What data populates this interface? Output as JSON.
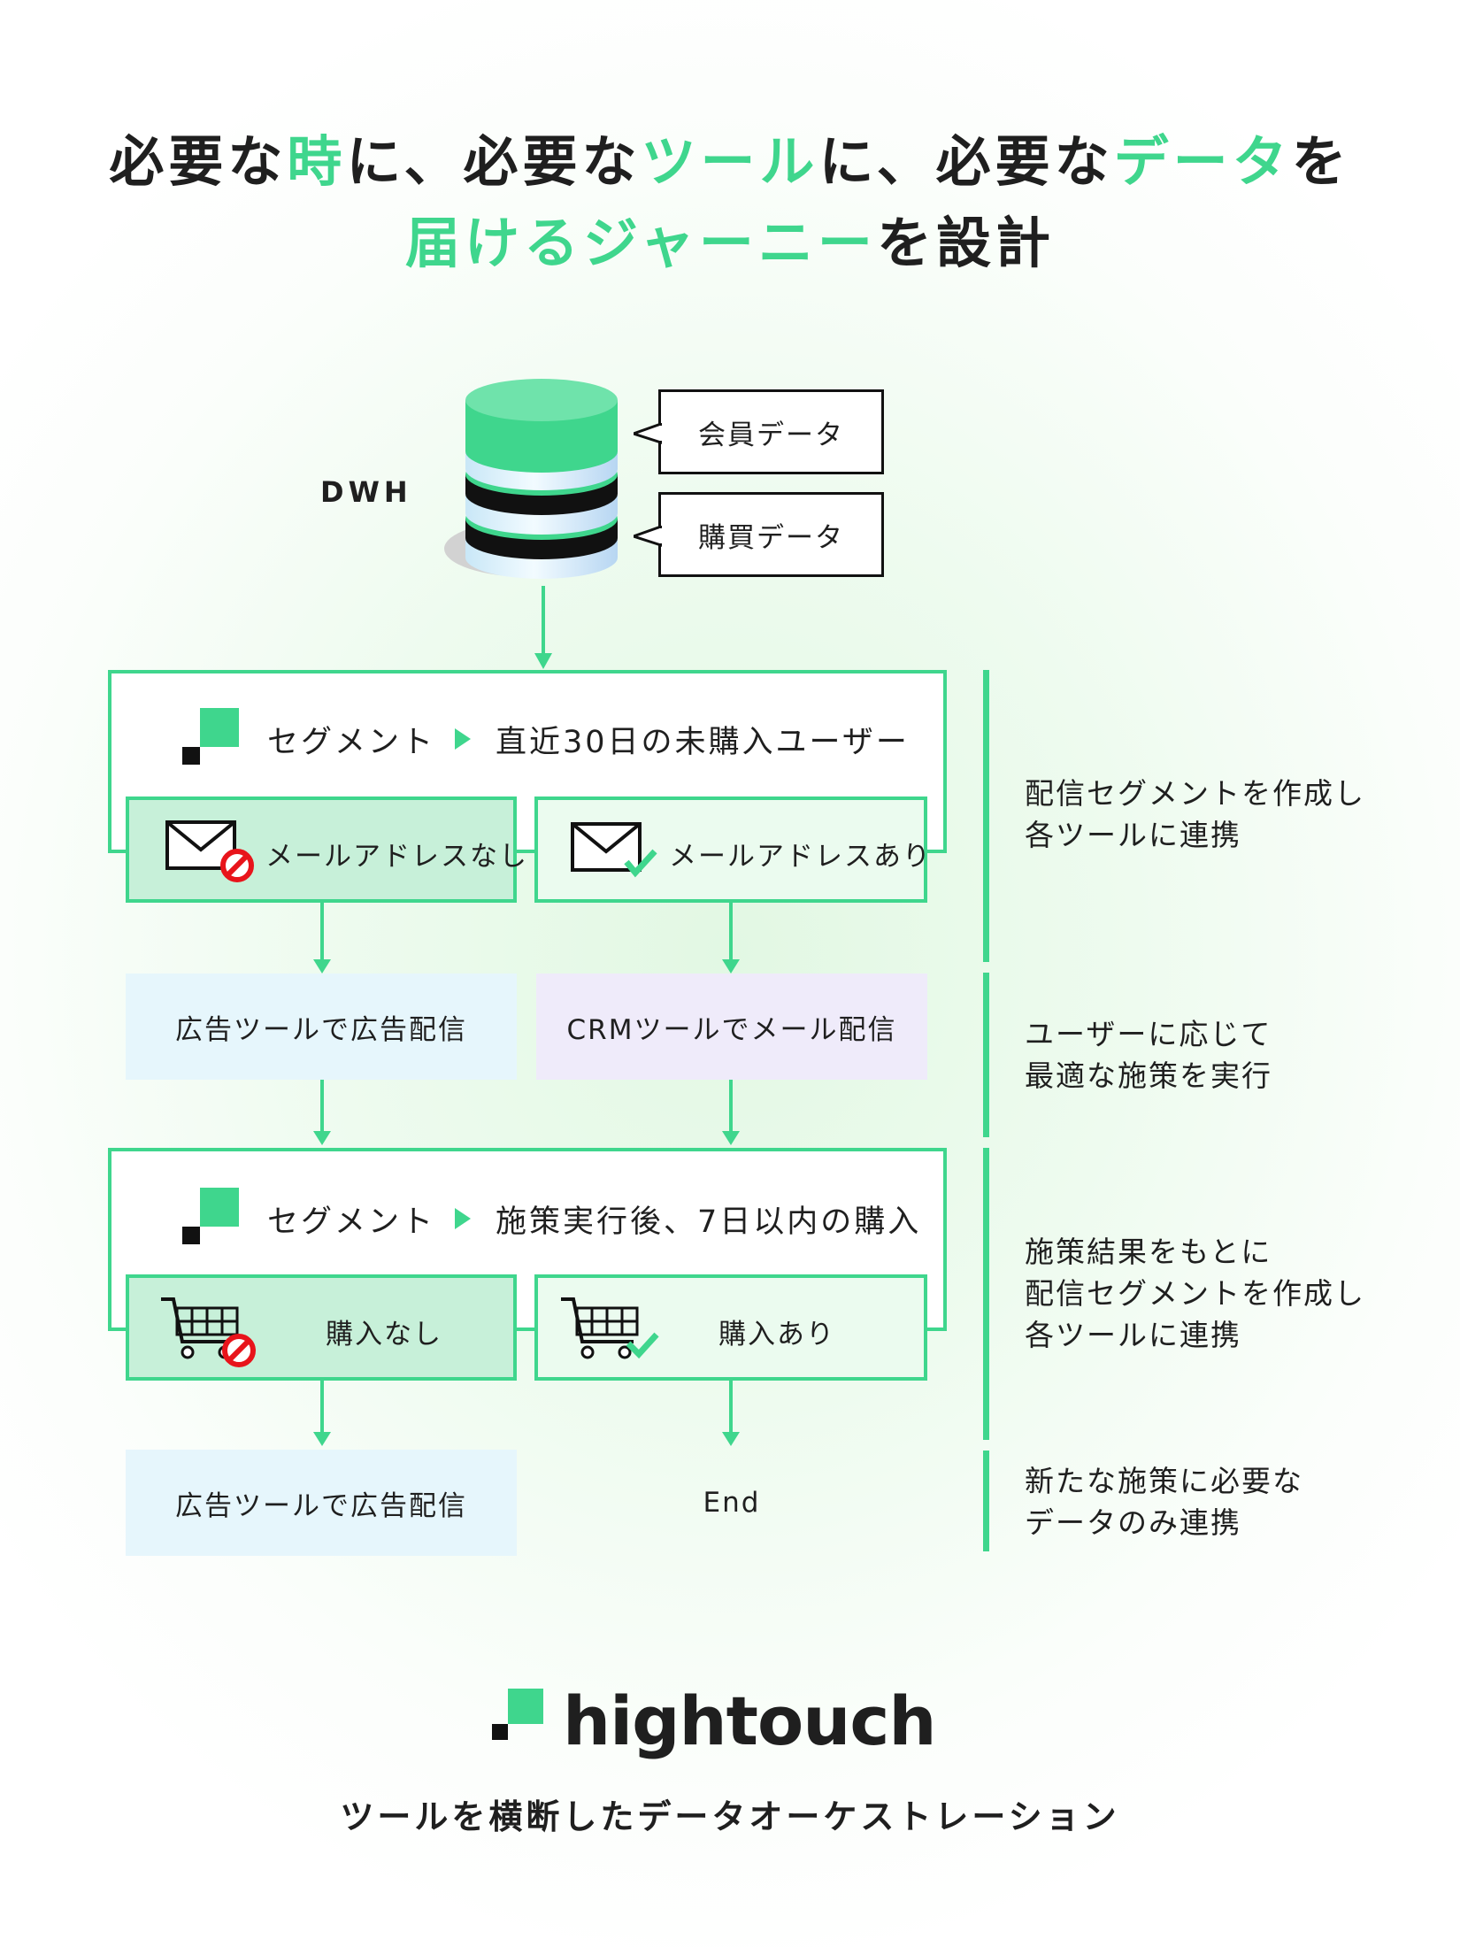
{
  "title": {
    "line1": [
      {
        "text": "必要な",
        "accent": false
      },
      {
        "text": "時",
        "accent": true
      },
      {
        "text": "に、必要な",
        "accent": false
      },
      {
        "text": "ツール",
        "accent": true
      },
      {
        "text": "に、必要な",
        "accent": false
      },
      {
        "text": "データ",
        "accent": true
      },
      {
        "text": "を",
        "accent": false
      }
    ],
    "line2": [
      {
        "text": "届けるジャーニー",
        "accent": true
      },
      {
        "text": "を設計",
        "accent": false
      }
    ]
  },
  "dwh": {
    "label": "DWH",
    "bubbles": [
      "会員データ",
      "購買データ"
    ]
  },
  "segment1": {
    "label": "セグメント",
    "condition": "直近30日の未購入ユーザー",
    "left_branch": {
      "label": "メールアドレスなし",
      "icon": "mail-blocked-icon"
    },
    "right_branch": {
      "label": "メールアドレスあり",
      "icon": "mail-check-icon"
    }
  },
  "actions1": {
    "left": "広告ツールで広告配信",
    "right": "CRMツールでメール配信"
  },
  "segment2": {
    "label": "セグメント",
    "condition": "施策実行後、7日以内の購入",
    "left_branch": {
      "label": "購入なし",
      "icon": "cart-blocked-icon"
    },
    "right_branch": {
      "label": "購入あり",
      "icon": "cart-check-icon"
    }
  },
  "actions2": {
    "left": "広告ツールで広告配信",
    "right": "End"
  },
  "side_notes": [
    {
      "lines": [
        "配信セグメントを作成し",
        "各ツールに連携"
      ]
    },
    {
      "lines": [
        "ユーザーに応じて",
        "最適な施策を実行"
      ]
    },
    {
      "lines": [
        "施策結果をもとに",
        "配信セグメントを作成し",
        "各ツールに連携"
      ]
    },
    {
      "lines": [
        "新たな施策に必要な",
        "データのみ連携"
      ]
    }
  ],
  "logo": {
    "text": "hightouch"
  },
  "footer": "ツールを横断したデータオーケストレーション",
  "colors": {
    "accent": "#3fd68d",
    "dark_branch": "#c7f0d9",
    "light_branch": "#ebfbef",
    "ad_box": "#e6f6fc",
    "crm_box": "#efebfa",
    "forbidden": "#e8141b"
  }
}
